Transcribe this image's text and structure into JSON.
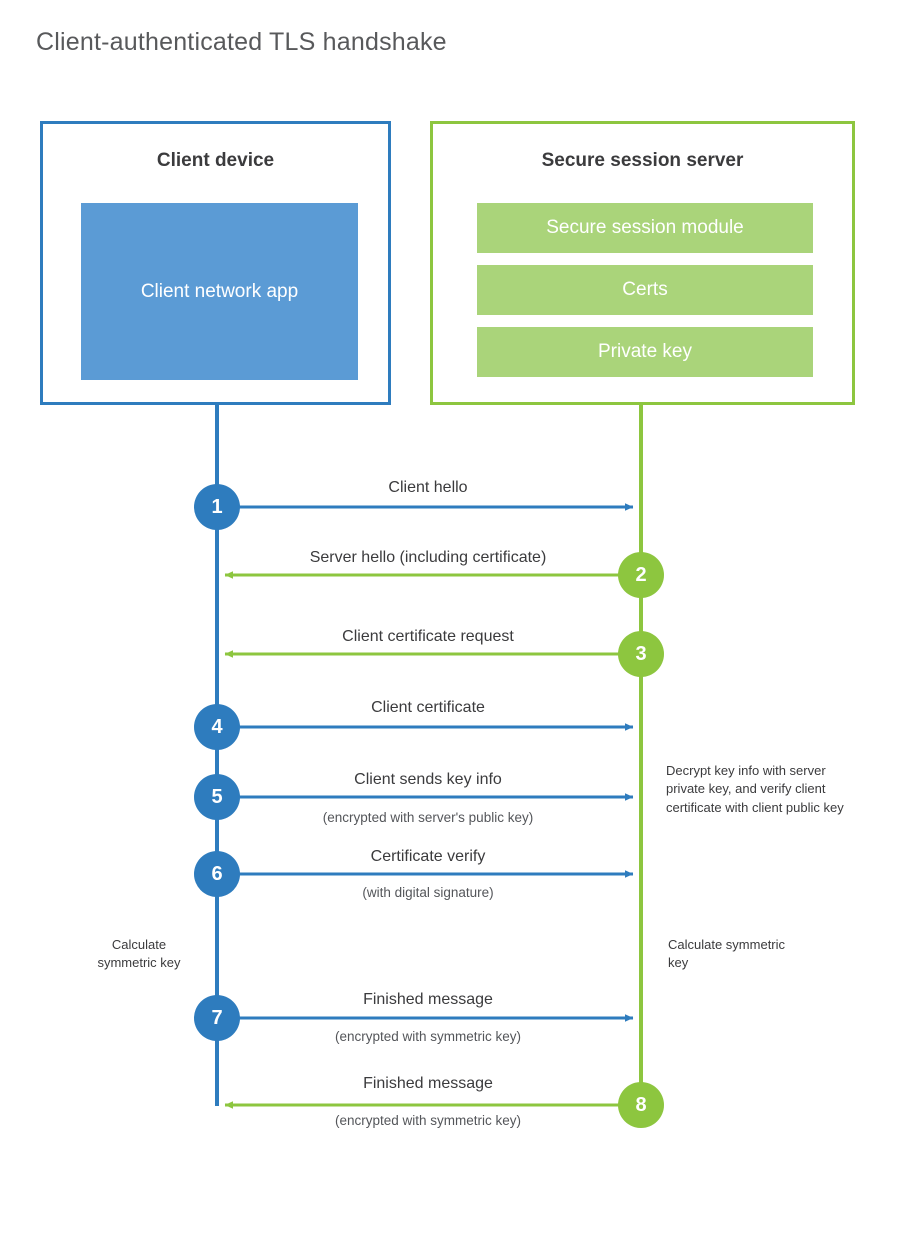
{
  "title": "Client-authenticated TLS handshake",
  "participants": {
    "client": {
      "title": "Client device",
      "app_label": "Client network app",
      "border_color": "#2e7cbe",
      "app_color": "#5b9bd5"
    },
    "server": {
      "title": "Secure session server",
      "border_color": "#8dc63f",
      "bar_color": "#aad47a",
      "modules": [
        {
          "label": "Secure session module"
        },
        {
          "label": "Certs"
        },
        {
          "label": "Private key"
        }
      ]
    }
  },
  "colors": {
    "client_accent": "#2e7cbe",
    "server_accent": "#8dc63f",
    "text": "#3b3b3d",
    "title_text": "#58595b"
  },
  "steps": [
    {
      "number": "1",
      "label": "Client hello",
      "sublabel": "",
      "direction": "client-to-server",
      "origin": "client"
    },
    {
      "number": "2",
      "label": "Server hello (including certificate)",
      "sublabel": "",
      "direction": "server-to-client",
      "origin": "server"
    },
    {
      "number": "3",
      "label": "Client certificate request",
      "sublabel": "",
      "direction": "server-to-client",
      "origin": "server"
    },
    {
      "number": "4",
      "label": "Client certificate",
      "sublabel": "",
      "direction": "client-to-server",
      "origin": "client"
    },
    {
      "number": "5",
      "label": "Client sends key info",
      "sublabel": "(encrypted with server's public key)",
      "direction": "client-to-server",
      "origin": "client"
    },
    {
      "number": "6",
      "label": "Certificate verify",
      "sublabel": "(with digital signature)",
      "direction": "client-to-server",
      "origin": "client"
    },
    {
      "number": "7",
      "label": "Finished message",
      "sublabel": "(encrypted with symmetric key)",
      "direction": "client-to-server",
      "origin": "client"
    },
    {
      "number": "8",
      "label": "Finished message",
      "sublabel": "(encrypted with symmetric key)",
      "direction": "server-to-client",
      "origin": "server"
    }
  ],
  "annotations": {
    "server_decrypt": "Decrypt key info with server private key, and verify client certificate with client public key",
    "client_calculate": "Calculate symmetric key",
    "server_calculate": "Calculate symmetric key"
  }
}
